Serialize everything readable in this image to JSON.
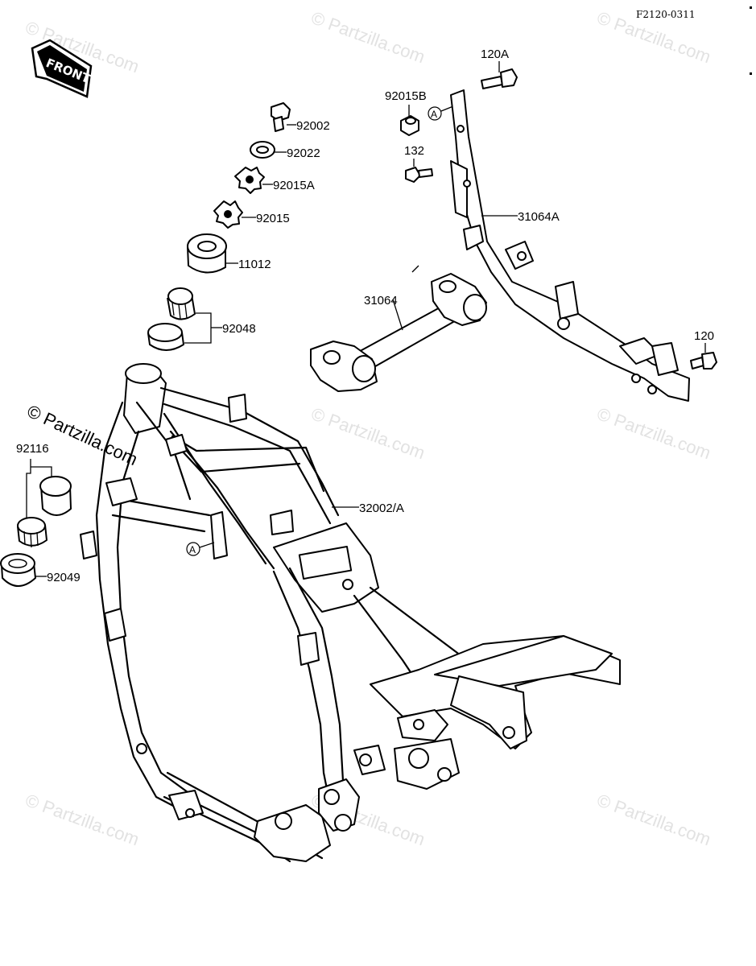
{
  "diagram_code": "F2120-0311",
  "front_label": "FRONT",
  "watermark": "© Partzilla.com",
  "ref_marker": "A",
  "callouts": {
    "p120A": "120A",
    "p92015B": "92015B",
    "p132": "132",
    "p31064A": "31064A",
    "p31064": "31064",
    "p120": "120",
    "p92002": "92002",
    "p92022": "92022",
    "p92015A": "92015A",
    "p92015": "92015",
    "p11012": "11012",
    "p92048": "92048",
    "p92116": "92116",
    "p92049": "92049",
    "p32002A": "32002/A"
  }
}
